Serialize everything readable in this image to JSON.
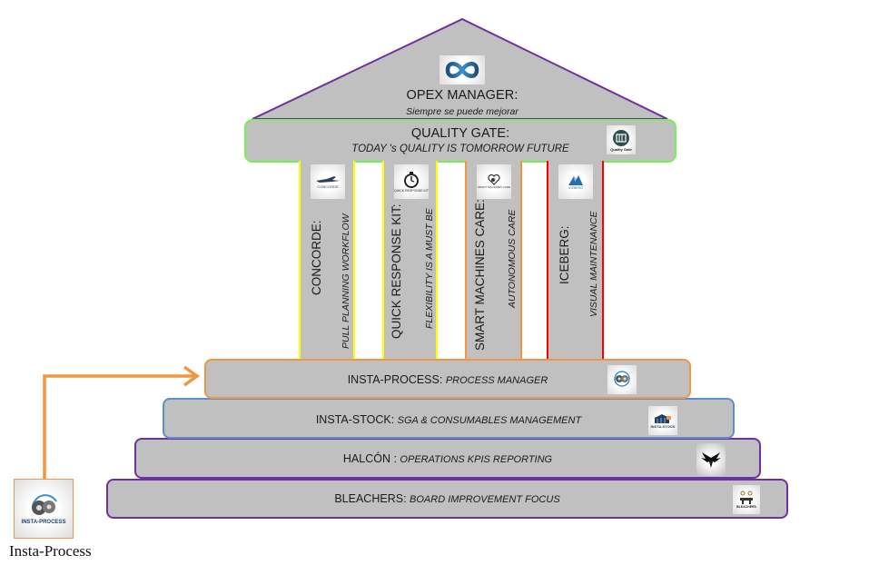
{
  "roof": {
    "title": "OPEX MANAGER:",
    "subtitle": "Siempre se puede mejorar",
    "icon": "infinity-icon",
    "border_color": "#7030a0"
  },
  "quality_gate": {
    "title": "QUALITY GATE:",
    "subtitle": "TODAY 's QUALITY IS TOMORROW FUTURE",
    "icon": "quality-gate-icon",
    "icon_label": "Quality Gate",
    "border_color": "#7bef56"
  },
  "pillars": [
    {
      "title": "CONCORDE:",
      "subtitle": "PULL PLANNING WORKFLOW",
      "icon": "airplane-icon",
      "icon_label": "CONCORDE",
      "border_color": "#ffff00"
    },
    {
      "title": "QUICK RESPONSE KIT:",
      "subtitle": "FLEXIBILITY  IS A MUST BE",
      "icon": "stopwatch-icon",
      "icon_label": "QUICK RESPONSE KIT",
      "border_color": "#ffff00"
    },
    {
      "title": "SMART MACHINES CARE:",
      "subtitle": "AUTONOMOUS CARE",
      "icon": "heart-gear-icon",
      "icon_label": "SMART MACHINES CARE",
      "border_color": "#f4953f"
    },
    {
      "title": "ICEBERG:",
      "subtitle": "VISUAL MAINTENANCE",
      "icon": "iceberg-icon",
      "icon_label": "ICEBERG",
      "border_color": "#ff0000"
    }
  ],
  "steps": [
    {
      "title": "INSTA-PROCESS:",
      "subtitle": "PROCESS MANAGER",
      "icon": "gears-icon",
      "border_color": "#f4953f"
    },
    {
      "title": "INSTA-STOCK:",
      "subtitle": "SGA & CONSUMABLES MANAGEMENT",
      "icon": "warehouse-icon",
      "icon_label": "INSTA-STOCK",
      "border_color": "#5b8fd0"
    },
    {
      "title": "HALCÓN :",
      "subtitle": "OPERATIONS KPIS REPORTING",
      "icon": "falcon-icon",
      "border_color": "#7030a0"
    },
    {
      "title": "BLEACHERS:",
      "subtitle": "BOARD IMPROVEMENT FOCUS",
      "icon": "bleachers-icon",
      "icon_label": "BLEACHERS",
      "border_color": "#7030a0"
    }
  ],
  "side_logo": {
    "caption": "Insta-Process",
    "logo_label": "INSTA-PROCESS",
    "icon": "gears-icon",
    "arrow_color": "#f4953f"
  }
}
